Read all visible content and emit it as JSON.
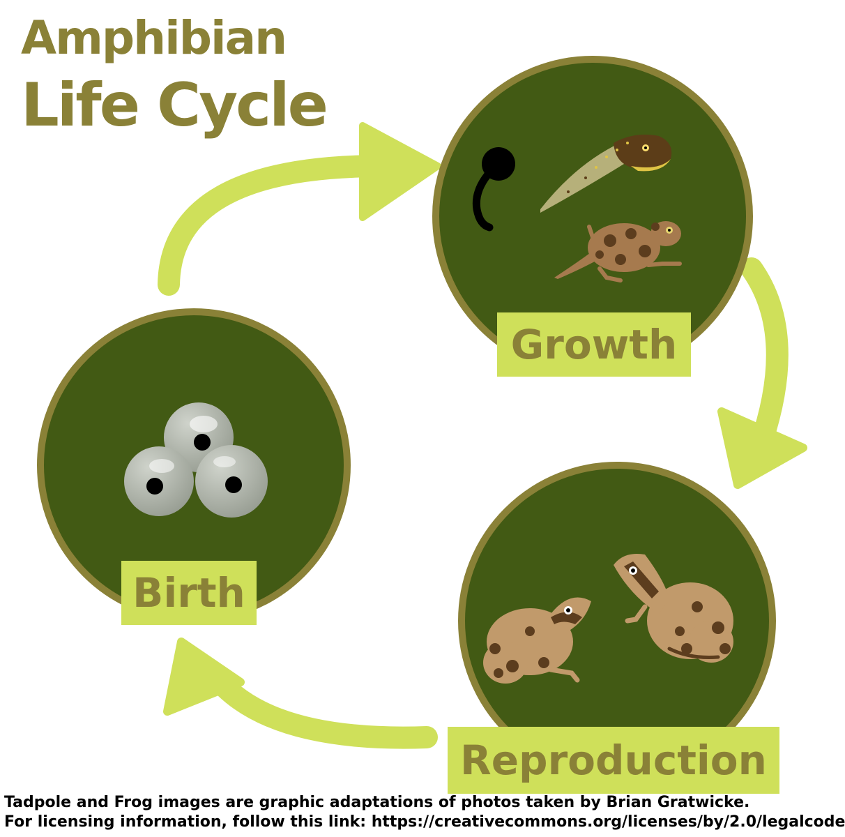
{
  "title": {
    "line1": "Amphibian",
    "line2": "Life Cycle"
  },
  "stages": {
    "growth": "Growth",
    "birth": "Birth",
    "reproduction": "Reproduction"
  },
  "credits": {
    "line1": "Tadpole and Frog images are graphic adaptations of photos taken by Brian Gratwicke.",
    "line2": "For licensing information, follow this link: https://creativecommons.org/licenses/by/2.0/legalcode"
  },
  "colors": {
    "circle_fill": "#425a14",
    "circle_ring": "#8a8137",
    "arrow": "#cfe05a",
    "title": "#8a8137",
    "label_bg": "#cfe05a",
    "label_text": "#8a8137"
  },
  "icons": [
    "eggs-icon",
    "embryo-icon",
    "tadpole-icon",
    "froglet-icon",
    "frog-icon"
  ]
}
